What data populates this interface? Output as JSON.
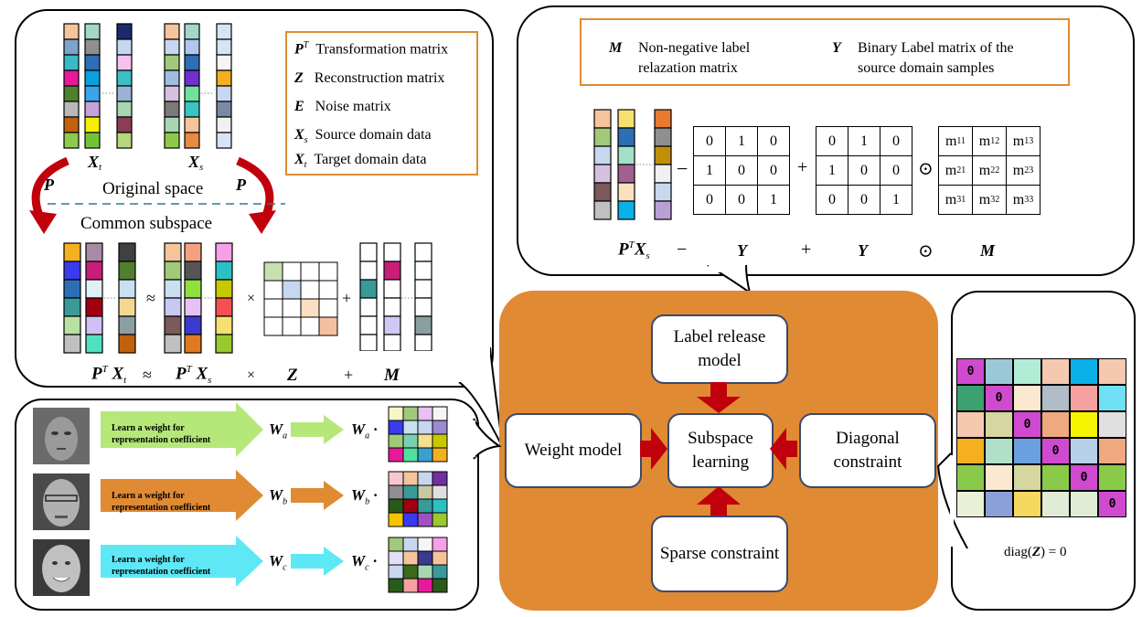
{
  "legend_left": {
    "items": [
      {
        "symbol": "P",
        "sup": "T",
        "desc": "Transformation matrix"
      },
      {
        "symbol": "Z",
        "desc": "Reconstruction matrix"
      },
      {
        "symbol": "E",
        "desc": "Noise matrix"
      },
      {
        "symbol": "X",
        "sub": "s",
        "desc": "Source domain data"
      },
      {
        "symbol": "X",
        "sub": "t",
        "desc": "Target domain data"
      }
    ]
  },
  "top_left": {
    "xt_label": "X",
    "xt_sub": "t",
    "xs_label": "X",
    "xs_sub": "s",
    "p_left": "P",
    "p_right": "P",
    "original_space": "Original space",
    "common_subspace": "Common subspace",
    "approx": "≈",
    "times": "×",
    "plus": "+",
    "eq_ptxt": "P",
    "eq_ptxt_sup": "T",
    "eq_ptxt_x": "X",
    "eq_ptxt_sub": "t",
    "eq_approx": "≈",
    "eq_ptxs": "P",
    "eq_ptxs_sup": "T",
    "eq_ptxs_x": "X",
    "eq_ptxs_sub": "s",
    "eq_times": "×",
    "eq_z": "Z",
    "eq_plus": "+",
    "eq_m": "M"
  },
  "top_right": {
    "legend_m_symbol": "M",
    "legend_m_desc1": "Non-negative label",
    "legend_m_desc2": "relazation matrix",
    "legend_y_symbol": "Y",
    "legend_y_desc1": "Binary Label matrix of the",
    "legend_y_desc2": "source domain samples",
    "minus": "−",
    "plus": "+",
    "odot": "⊙",
    "y_matrix": [
      [
        "0",
        "1",
        "0"
      ],
      [
        "1",
        "0",
        "0"
      ],
      [
        "0",
        "0",
        "1"
      ]
    ],
    "m_matrix": [
      [
        "m",
        "11"
      ],
      [
        "m",
        "12"
      ],
      [
        "m",
        "13"
      ],
      [
        "m",
        "21"
      ],
      [
        "m",
        "22"
      ],
      [
        "m",
        "23"
      ],
      [
        "m",
        "31"
      ],
      [
        "m",
        "32"
      ],
      [
        "m",
        "33"
      ]
    ],
    "eq_ptxs": "P",
    "eq_sup": "T",
    "eq_x": "X",
    "eq_sub": "s",
    "eq_minus": "−",
    "eq_y1": "Y",
    "eq_plus": "+",
    "eq_y2": "Y",
    "eq_odot": "⊙",
    "eq_m": "M"
  },
  "center": {
    "top_node": "Label release model",
    "left_node": "Weight model",
    "center_node": "Subspace learning",
    "right_node": "Diagonal constraint",
    "bottom_node": "Sparse constraint",
    "box_color": "#e08a34",
    "arrow_color": "#c0000a"
  },
  "bottom_left": {
    "rows": [
      {
        "arrow_text": "Learn a weight for representation coefficient",
        "w": "W",
        "sub": "a",
        "w2": "W",
        "sub2": "a",
        "dot": "·",
        "color": "#b5e878"
      },
      {
        "arrow_text": "Learn a weight for representation coefficient",
        "w": "W",
        "sub": "b",
        "w2": "W",
        "sub2": "b",
        "dot": "·",
        "color": "#e08a34"
      },
      {
        "arrow_text": "Learn a weight for representation coefficient",
        "w": "W",
        "sub": "c",
        "w2": "W",
        "sub2": "c",
        "dot": "·",
        "color": "#5ee8f5"
      }
    ]
  },
  "right_panel": {
    "zero": "0",
    "caption_pre": "diag(",
    "caption_z": "Z",
    "caption_post": ") = 0"
  }
}
